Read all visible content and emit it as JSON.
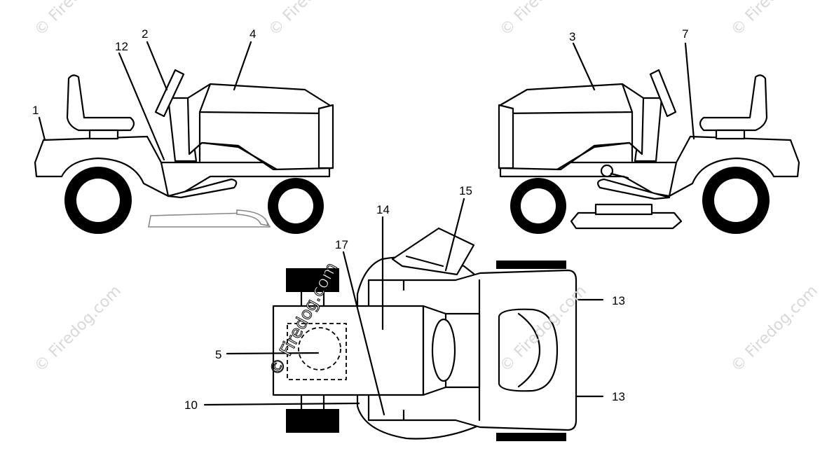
{
  "diagram": {
    "callouts": {
      "c1": "1",
      "c2": "2",
      "c3": "3",
      "c4": "4",
      "c5": "5",
      "c7": "7",
      "c10": "10",
      "c12": "12",
      "c13a": "13",
      "c13b": "13",
      "c14": "14",
      "c15": "15",
      "c17": "17"
    },
    "views": [
      "left-side",
      "right-side",
      "top"
    ]
  },
  "watermark": {
    "text": "© Firedog.com"
  }
}
